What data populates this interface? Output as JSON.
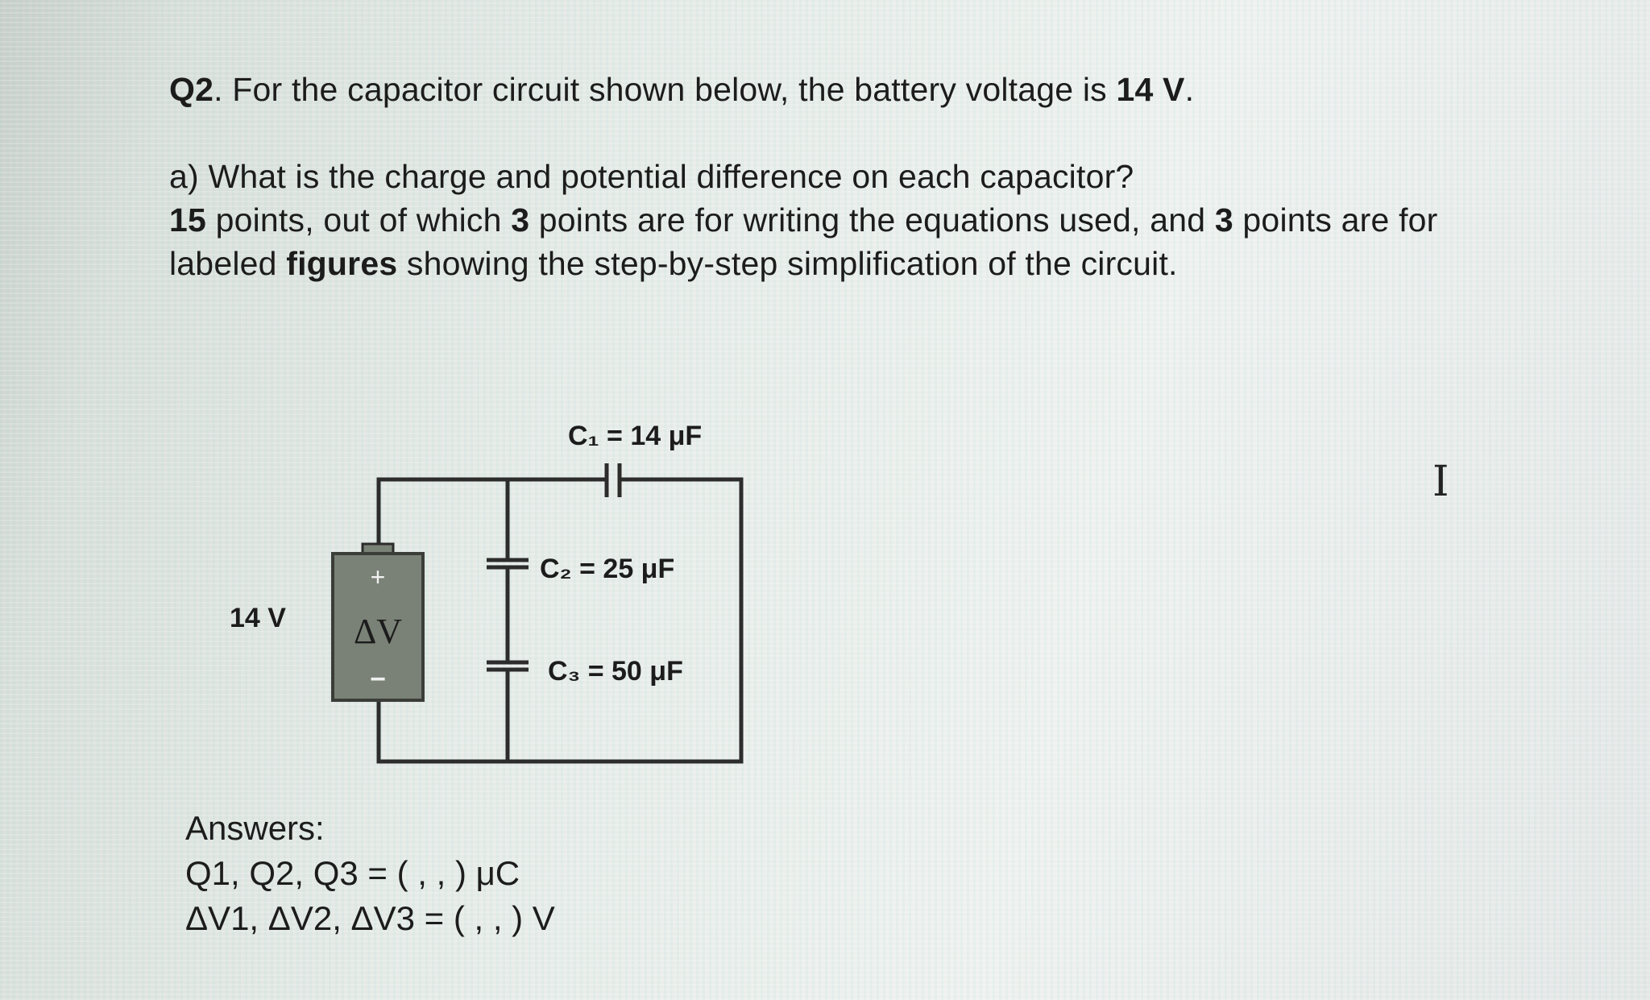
{
  "question": {
    "number": "Q2",
    "text": ". For the capacitor circuit shown below, the battery voltage is ",
    "voltage": "14 V",
    "end": ".",
    "part_a": "a) What is the charge and potential difference on each capacitor?",
    "points_total": "15",
    "points_text_1": " points, out of which ",
    "points_eq": "3",
    "points_text_2": " points are for writing the equations used, and ",
    "points_fig": "3",
    "points_text_3": " points are for",
    "labeled_text_1": "labeled ",
    "labeled_bold": "figures",
    "labeled_text_2": " showing the step-by-step simplification of the circuit."
  },
  "circuit": {
    "c1": "C₁ = 14 μF",
    "c2": "C₂ = 25 μF",
    "c3": "C₃ = 50 μF",
    "battery_voltage": "14 V",
    "battery_symbol": "ΔV",
    "battery_plus": "+",
    "battery_minus": "−"
  },
  "answers": {
    "title": "Answers:",
    "charges": "Q1, Q2, Q3 = ( , , ) μC",
    "voltages": "ΔV1, ΔV2, ΔV3 = ( , , ) V"
  },
  "icons": {
    "cursor": "text-cursor-icon"
  },
  "colors": {
    "battery_fill": "#7a8176",
    "wire": "#2c2c2c"
  }
}
